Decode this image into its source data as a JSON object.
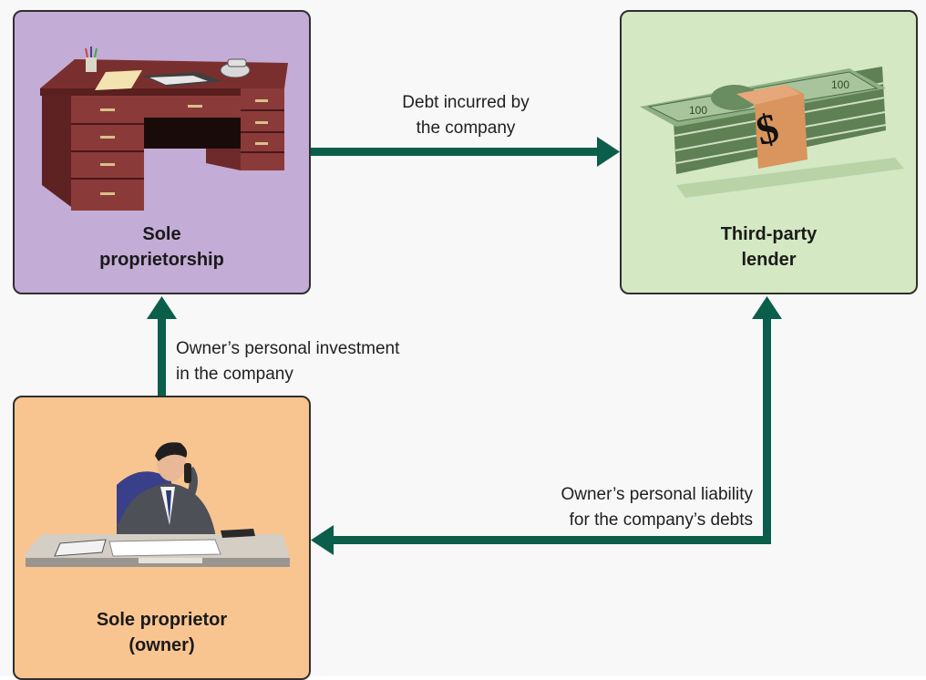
{
  "nodes": {
    "sole_proprietorship": {
      "line1": "Sole",
      "line2": "proprietorship",
      "color": "#c3acd6"
    },
    "third_party_lender": {
      "line1": "Third-party",
      "line2": "lender",
      "color": "#d4e8c3"
    },
    "sole_proprietor": {
      "line1": "Sole proprietor",
      "line2": "(owner)",
      "color": "#f8c591"
    }
  },
  "edges": {
    "debt": {
      "line1": "Debt incurred by",
      "line2": "the company"
    },
    "investment": {
      "line1": "Owner’s personal investment",
      "line2": "in the company"
    },
    "liability": {
      "line1": "Owner’s personal liability",
      "line2": "for the company’s debts"
    }
  },
  "icons": {
    "desk": "desk-icon",
    "money": "money-stack-icon",
    "businessman": "businessman-on-phone-icon"
  },
  "arrow_color": "#0b5e4a"
}
